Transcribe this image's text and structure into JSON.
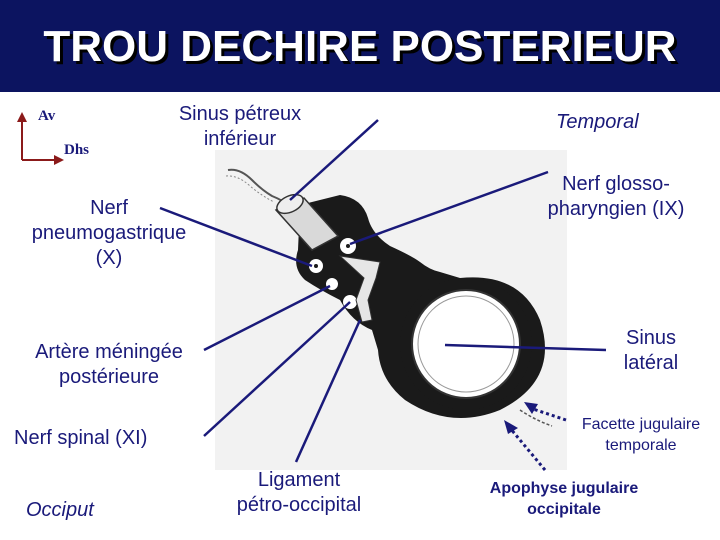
{
  "title": "TROU DECHIRE POSTERIEUR",
  "orientation": {
    "up": "Av",
    "right": "Dhs"
  },
  "labels": {
    "sinus_petreux_1": "Sinus pétreux",
    "sinus_petreux_2": "inférieur",
    "temporal": "Temporal",
    "nerf_pneumo_1": "Nerf",
    "nerf_pneumo_2": "pneumogastrique",
    "nerf_pneumo_3": "(X)",
    "nerf_glosso_1": "Nerf glosso-",
    "nerf_glosso_2": "pharyngien (IX)",
    "artere_1": "Artère méningée",
    "artere_2": "postérieure",
    "sinus_lateral_1": "Sinus",
    "sinus_lateral_2": "latéral",
    "facette_1": "Facette jugulaire",
    "facette_2": "temporale",
    "nerf_spinal": "Nerf spinal (XI)",
    "occiput": "Occiput",
    "ligament_1": "Ligament",
    "ligament_2": "pétro-occipital",
    "apophyse_1": "Apophyse jugulaire",
    "apophyse_2": "occipitale"
  },
  "colors": {
    "title_bg": "#0c1460",
    "title_text": "#ffffff",
    "label_text": "#1a1a7a",
    "leader_line": "#1a1a7a",
    "orientation_arrow": "#8b1a1a",
    "diagram_bg": "#f2f2f2",
    "foramen_fill": "#1a1a1a"
  }
}
